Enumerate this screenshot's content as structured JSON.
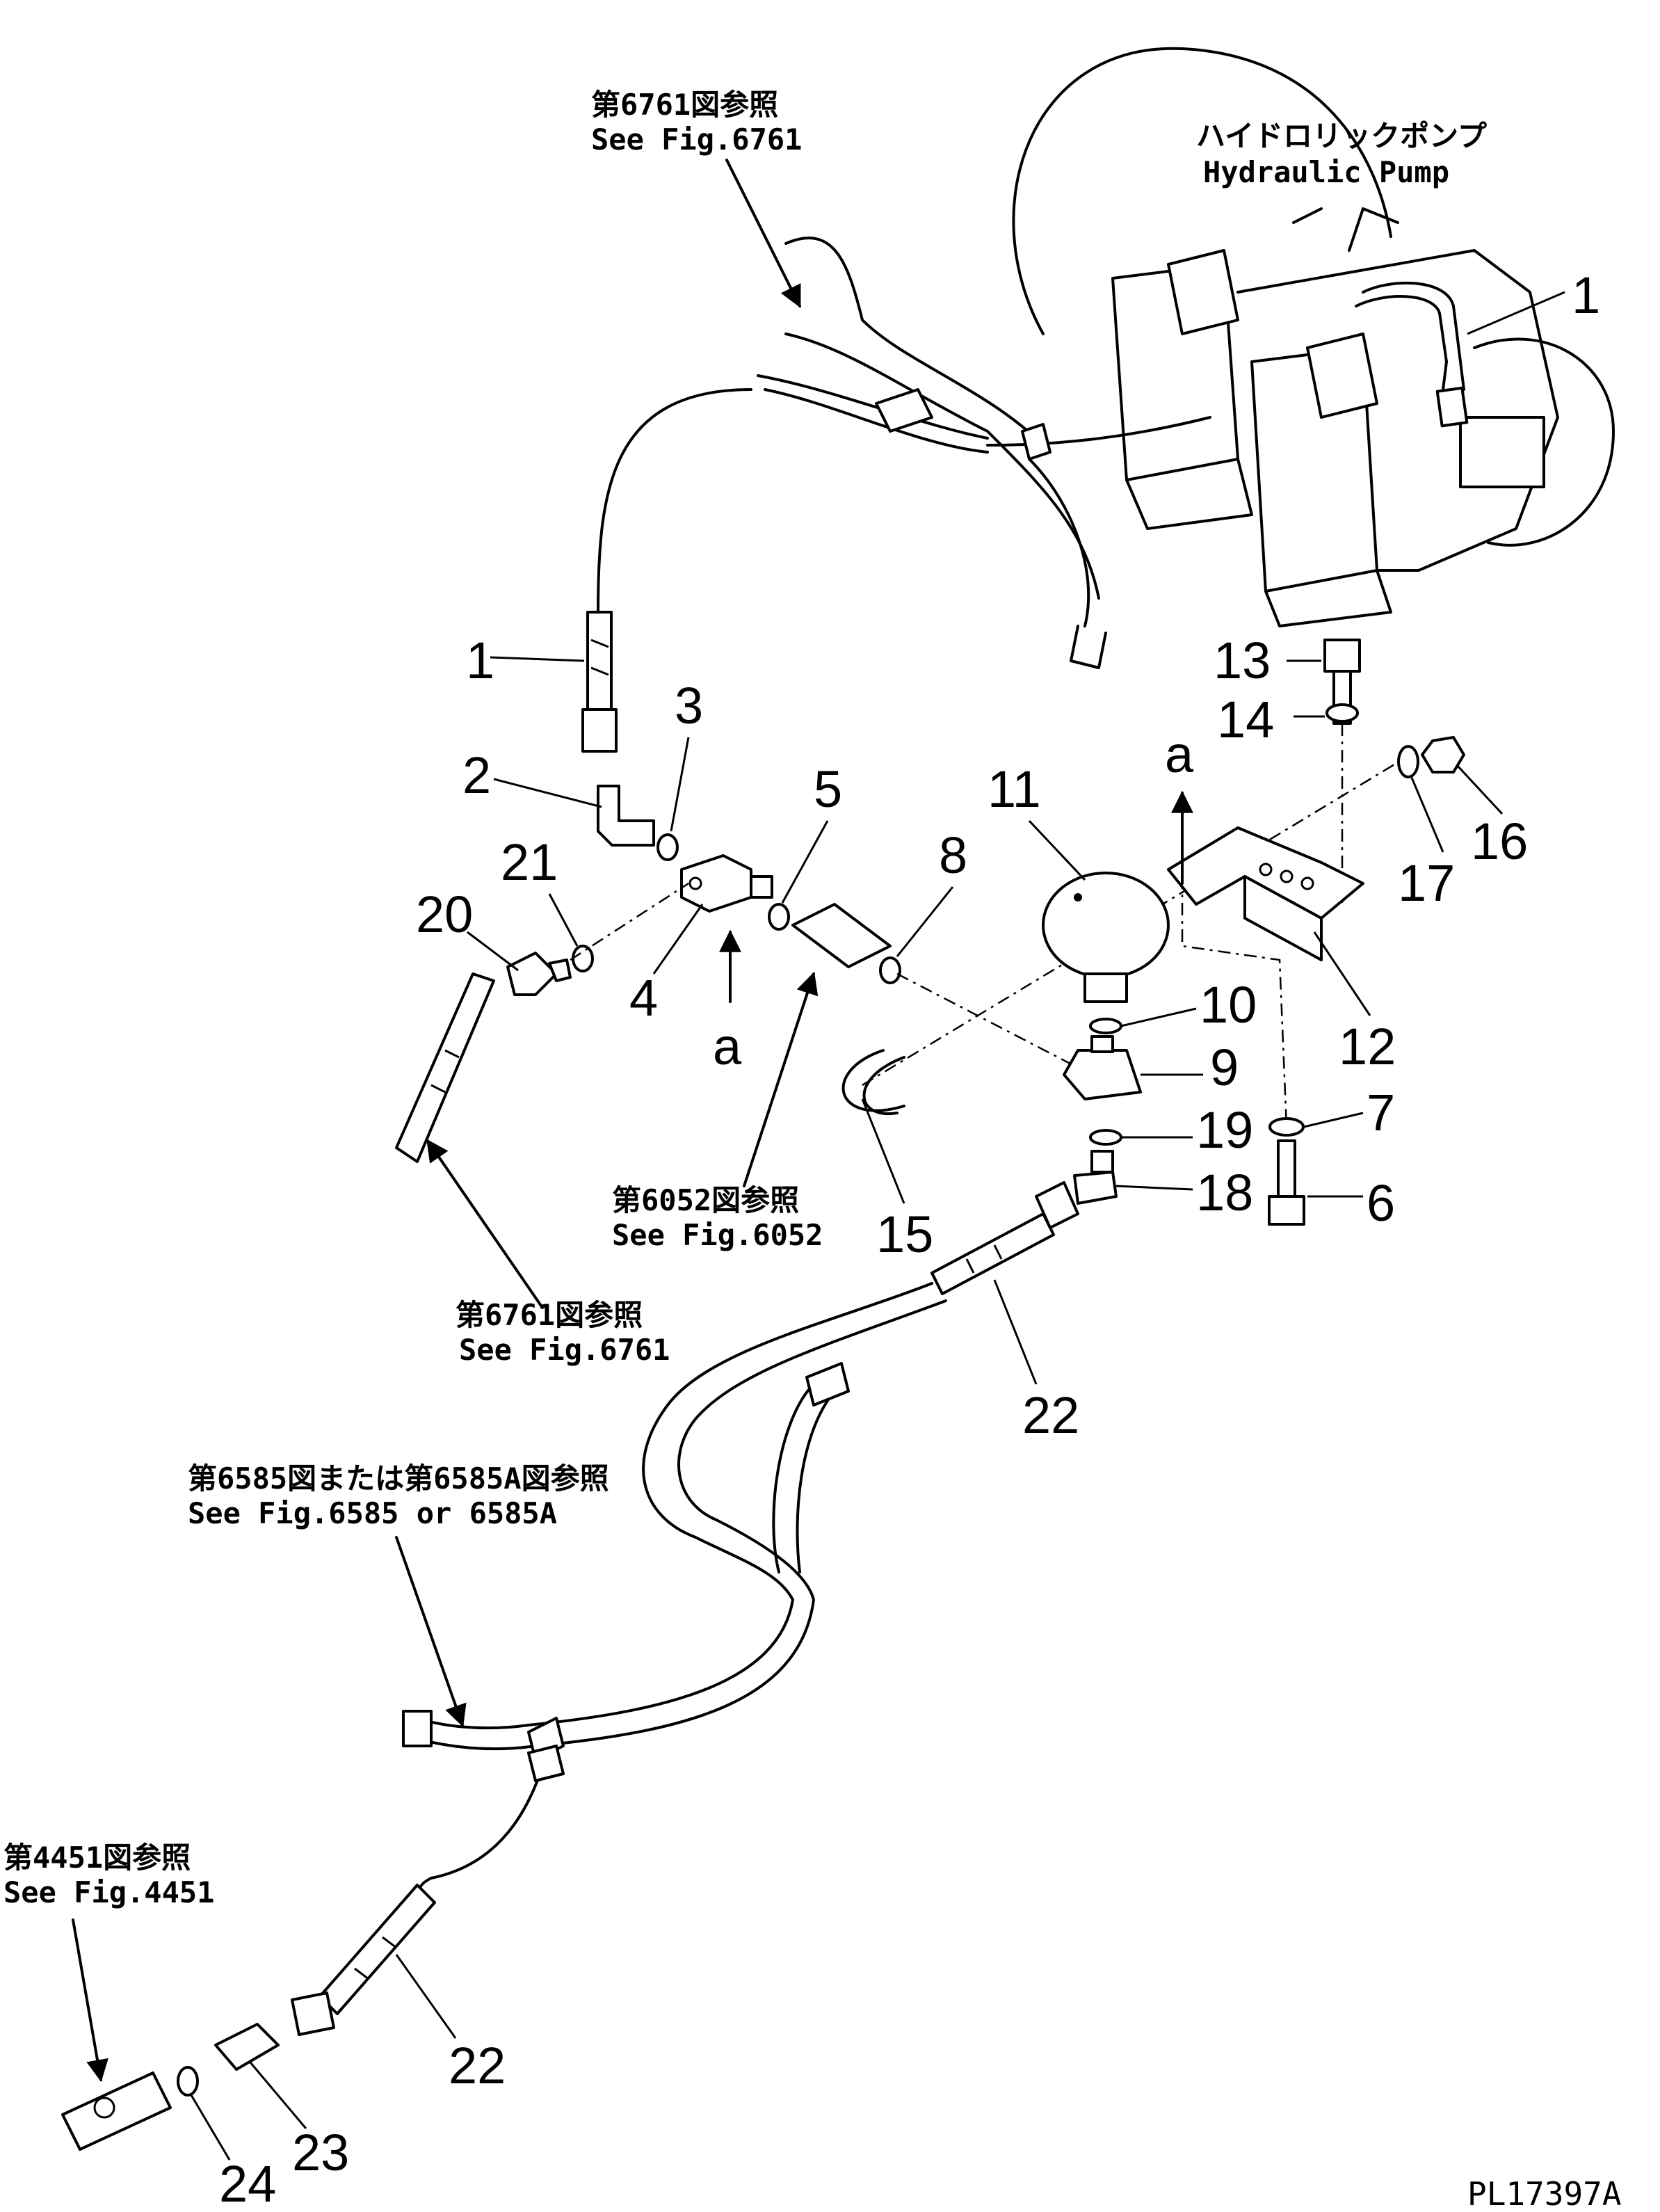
{
  "references": {
    "ref_top": {
      "jp": "第6761図参照",
      "en": "See Fig.6761"
    },
    "pump": {
      "jp": "ハイドロリックポンプ",
      "en": "Hydraulic Pump"
    },
    "ref_6052": {
      "jp": "第6052図参照",
      "en": "See Fig.6052"
    },
    "ref_6761_lower": {
      "jp": "第6761図参照",
      "en": "See Fig.6761"
    },
    "ref_6585": {
      "jp": "第6585図または第6585A図参照",
      "en": "See Fig.6585 or 6585A"
    },
    "ref_4451": {
      "jp": "第4451図参照",
      "en": "See Fig.4451"
    }
  },
  "callouts": {
    "c1_top": "1",
    "c1_left": "1",
    "c2": "2",
    "c3": "3",
    "c4": "4",
    "c5": "5",
    "c6": "6",
    "c7": "7",
    "c8": "8",
    "c9": "9",
    "c10": "10",
    "c11": "11",
    "c12": "12",
    "c13": "13",
    "c14": "14",
    "c15": "15",
    "c16": "16",
    "c17": "17",
    "c18": "18",
    "c19": "19",
    "c20": "20",
    "c21": "21",
    "c22_mid": "22",
    "c22_low": "22",
    "c23": "23",
    "c24": "24"
  },
  "view_markers": {
    "a_top": "a",
    "a_bottom": "a"
  },
  "drawing_code": "PL17397A"
}
